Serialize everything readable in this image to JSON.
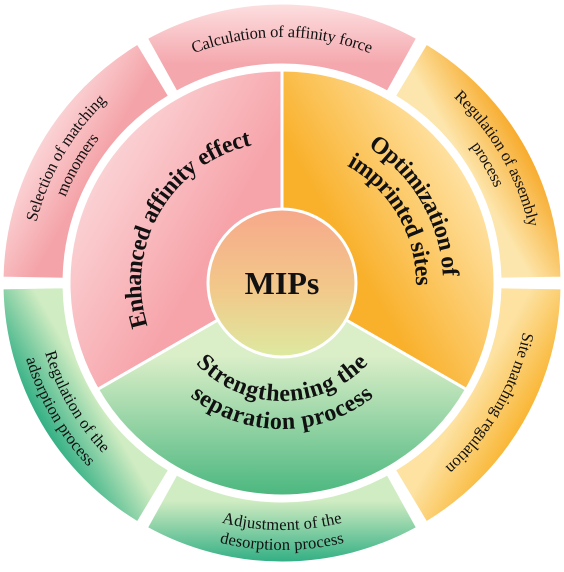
{
  "center": {
    "label": "MIPs"
  },
  "inner_sectors": [
    {
      "key": "affinity",
      "lines": [
        "Enhanced affinity effect"
      ],
      "colors": [
        "#fbd3d5",
        "#f6a3a9"
      ]
    },
    {
      "key": "optimization",
      "lines": [
        "Optimization of",
        "imprinted sites"
      ],
      "colors": [
        "#ffe3a6",
        "#f9b12c"
      ]
    },
    {
      "key": "separation",
      "lines": [
        "Strengthening the",
        "separation process"
      ],
      "colors": [
        "#45b57c",
        "#daeec8"
      ]
    }
  ],
  "outer_sectors": [
    {
      "key": "calc-affinity-force",
      "lines": [
        "Calculation of affinity force"
      ],
      "colors": [
        "#fde0e1",
        "#f4a7ad"
      ]
    },
    {
      "key": "regulation-assembly",
      "lines": [
        "Regulation of assembly",
        "process"
      ],
      "colors": [
        "#f7aa2a",
        "#fde6ad"
      ]
    },
    {
      "key": "site-matching",
      "lines": [
        "Site matching regulation"
      ],
      "colors": [
        "#f9b532",
        "#fde2a2"
      ]
    },
    {
      "key": "desorption",
      "lines": [
        "Adjustment of the",
        "desorption process"
      ],
      "colors": [
        "#2fae83",
        "#d0ecc2"
      ]
    },
    {
      "key": "adsorption",
      "lines": [
        "Regulation of the",
        "adsorption process"
      ],
      "colors": [
        "#2fae83",
        "#d0ecc2"
      ]
    },
    {
      "key": "selection-monomers",
      "lines": [
        "Selection of matching",
        "monomers"
      ],
      "colors": [
        "#fbd4d6",
        "#f4a3a8"
      ]
    }
  ],
  "center_colors": [
    "#f7a88a",
    "#f2c98a",
    "#dde9a0"
  ]
}
